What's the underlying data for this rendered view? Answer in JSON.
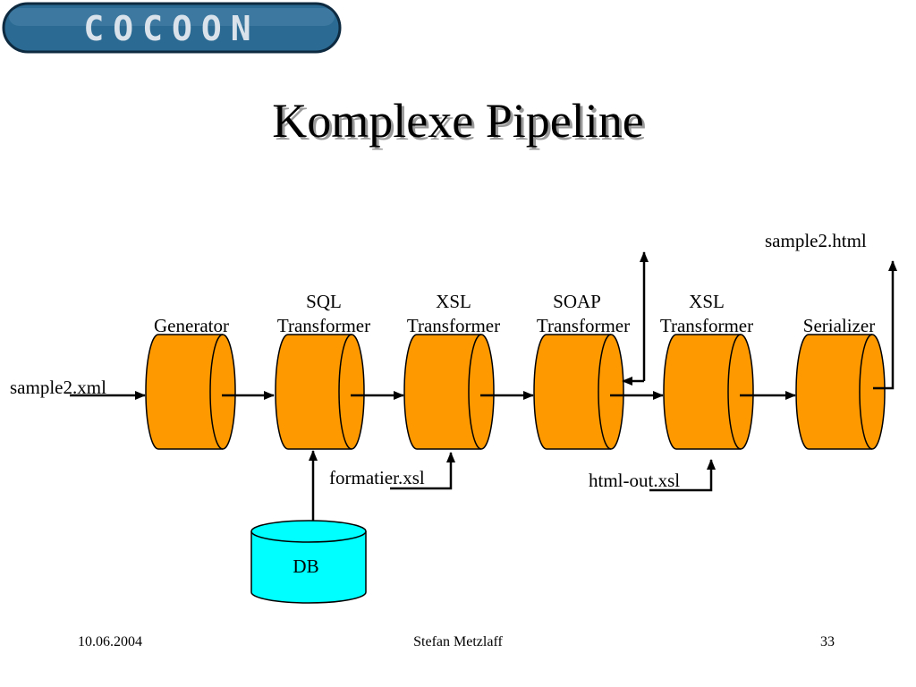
{
  "logo": {
    "text": "COCOON",
    "text_color": "#d9e2ea",
    "fill": "#2b6a92"
  },
  "title": "Komplexe Pipeline",
  "colors": {
    "stage_fill": "#ff9900",
    "db_fill": "#00ffff",
    "stroke": "#000000"
  },
  "input_label": "sample2.xml",
  "output_label": "sample2.html",
  "stages": [
    {
      "label_line1": "",
      "label_line2": "Generator"
    },
    {
      "label_line1": "SQL",
      "label_line2": "Transformer"
    },
    {
      "label_line1": "XSL",
      "label_line2": "Transformer"
    },
    {
      "label_line1": "SOAP",
      "label_line2": "Transformer"
    },
    {
      "label_line1": "XSL",
      "label_line2": "Transformer"
    },
    {
      "label_line1": "",
      "label_line2": "Serializer"
    }
  ],
  "stylesheets": {
    "first": "formatier.xsl",
    "second": "html-out.xsl"
  },
  "database": {
    "label": "DB"
  },
  "footer": {
    "date": "10.06.2004",
    "author": "Stefan Metzlaff",
    "page": "33"
  }
}
